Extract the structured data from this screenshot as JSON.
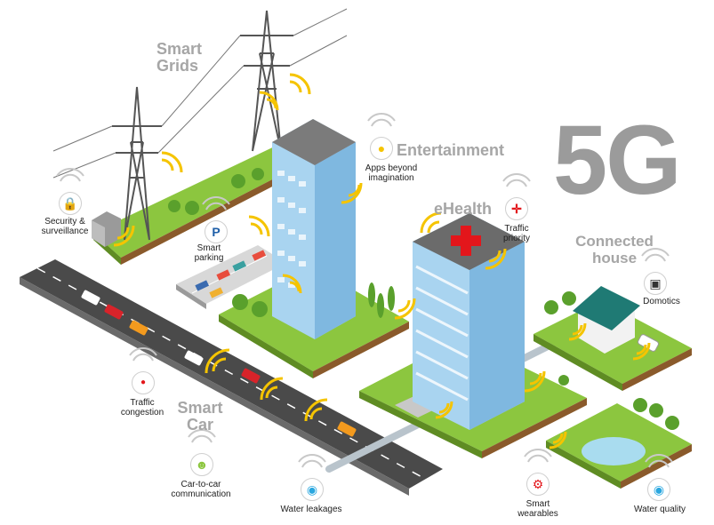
{
  "title": "5G",
  "categories": {
    "smart_grids": "Smart\nGrids",
    "entertainment": "Entertainment",
    "ehealth": "eHealth",
    "connected_house": "Connected\nhouse",
    "smart_car": "Smart\nCar"
  },
  "labels": {
    "security": "Security &\nsurveillance",
    "smart_parking": "Smart\nparking",
    "apps": "Apps beyond\nimagination",
    "traffic_priority": "Traffic\npriority",
    "domotics": "Domotics",
    "traffic_congestion": "Traffic\ncongestion",
    "car_to_car": "Car-to-car\ncommunication",
    "water_leakages": "Water leakages",
    "smart_wearables": "Smart\nwearables",
    "water_quality": "Water quality"
  },
  "icons": {
    "security": "lock-icon",
    "smart_parking": "parking-icon",
    "apps": "lightbulb-icon",
    "traffic_priority": "arrows-icon",
    "domotics": "phone-icon",
    "traffic_congestion": "traffic-light-icon",
    "car_to_car": "driver-icon",
    "water_leakages": "water-drop-icon",
    "smart_wearables": "gears-icon",
    "water_quality": "water-drop-icon"
  },
  "colors": {
    "grass": "#8cc63f",
    "grass_side": "#5f8c23",
    "ground_side": "#8a5a2b",
    "signal": "#f5c400",
    "building": "#a9d4f0",
    "road": "#4a4a4a",
    "label_grey": "#a6a6a6",
    "cross": "#e3161b"
  }
}
